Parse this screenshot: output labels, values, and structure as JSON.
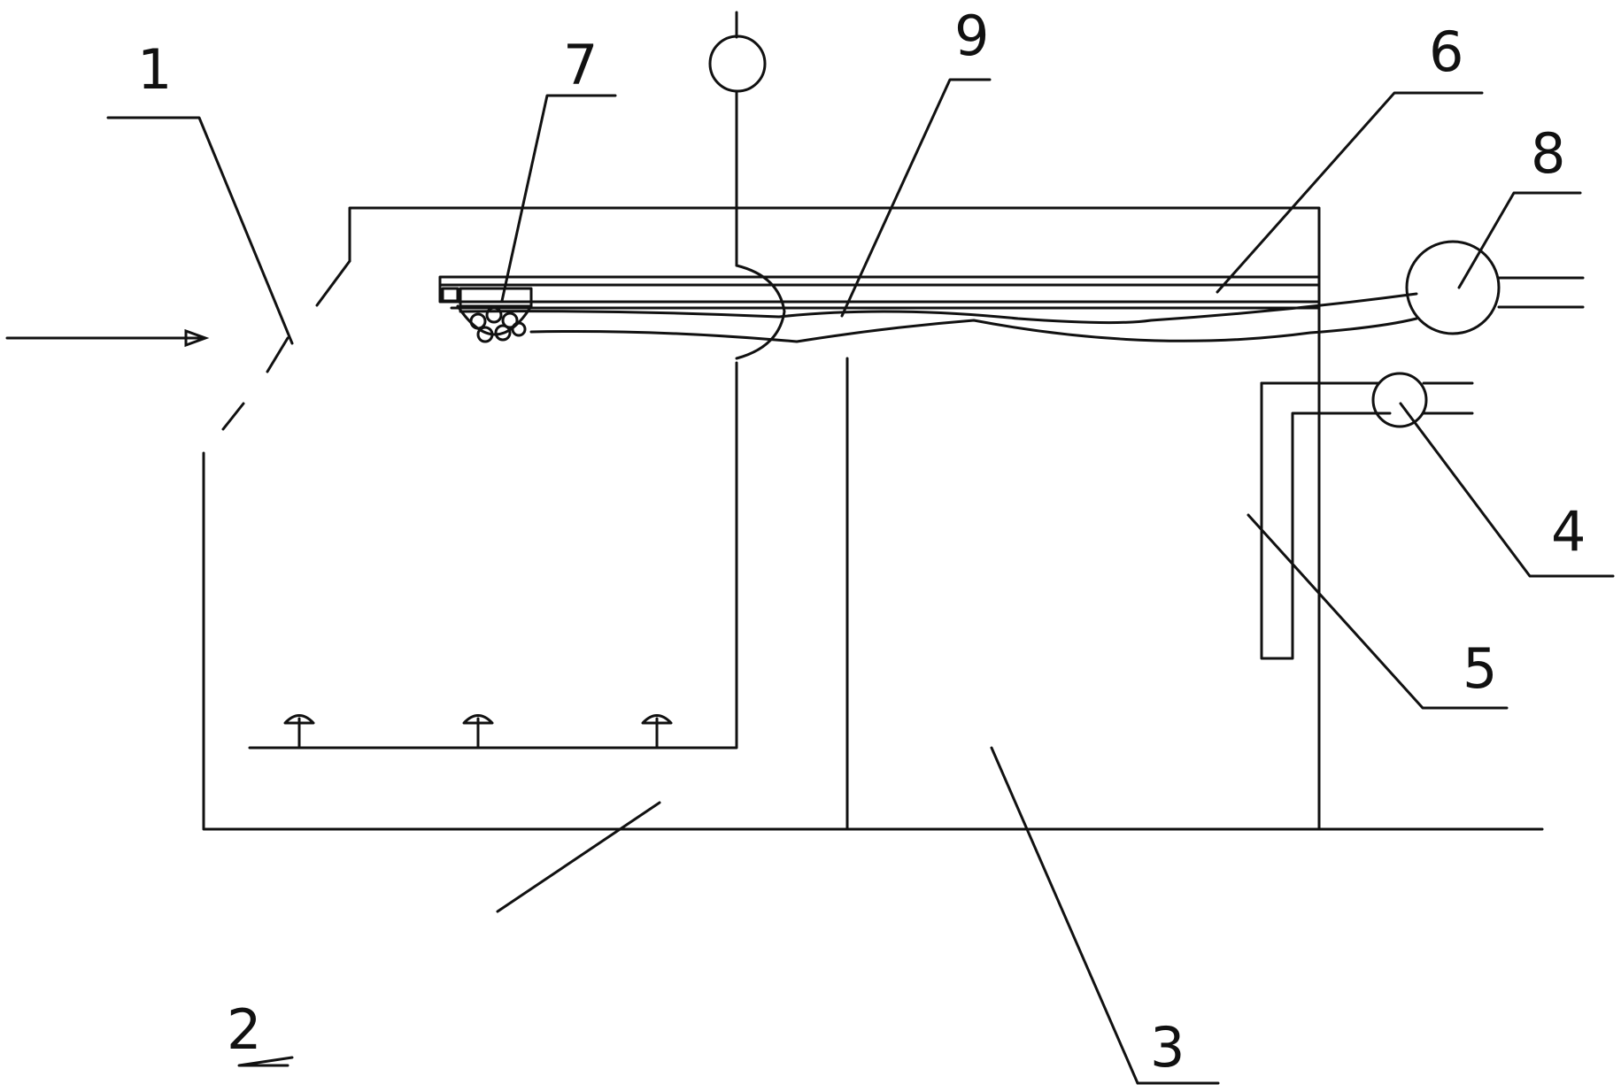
{
  "figure": {
    "type": "patent-schematic",
    "stroke_color": "#111111",
    "background": "#ffffff"
  },
  "labels": {
    "l1": "1",
    "l2": "2",
    "l3": "3",
    "l4": "4",
    "l5": "5",
    "l6": "6",
    "l7": "7",
    "l8": "8",
    "l9": "9"
  }
}
